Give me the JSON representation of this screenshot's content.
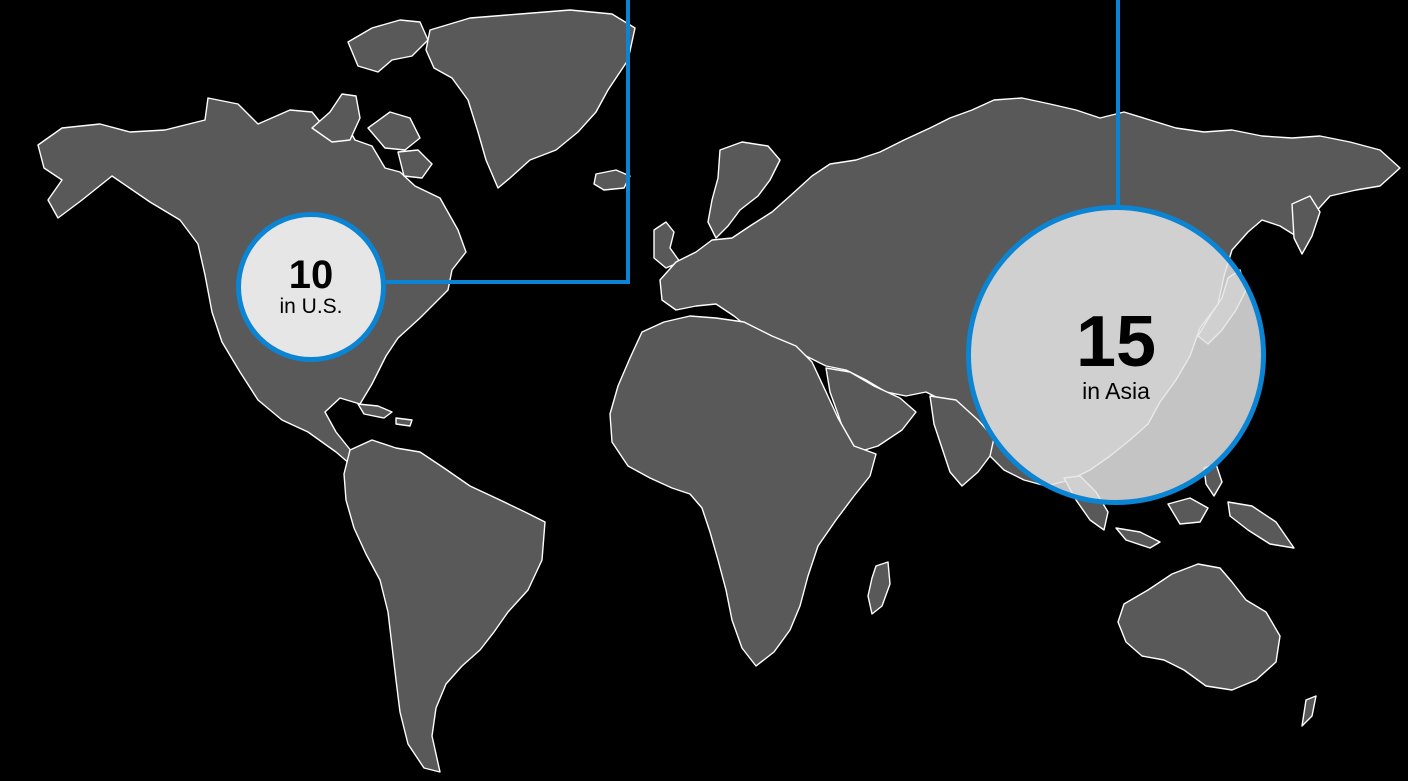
{
  "colors": {
    "background": "#000000",
    "land": "#595959",
    "coastline": "#ffffff",
    "accent": "#0b84d4",
    "bubble_fill": "#e6e6e6",
    "text": "#000000"
  },
  "callouts": {
    "us": {
      "value": "10",
      "label": "in U.S."
    },
    "asia": {
      "value": "15",
      "label": "in Asia"
    }
  }
}
